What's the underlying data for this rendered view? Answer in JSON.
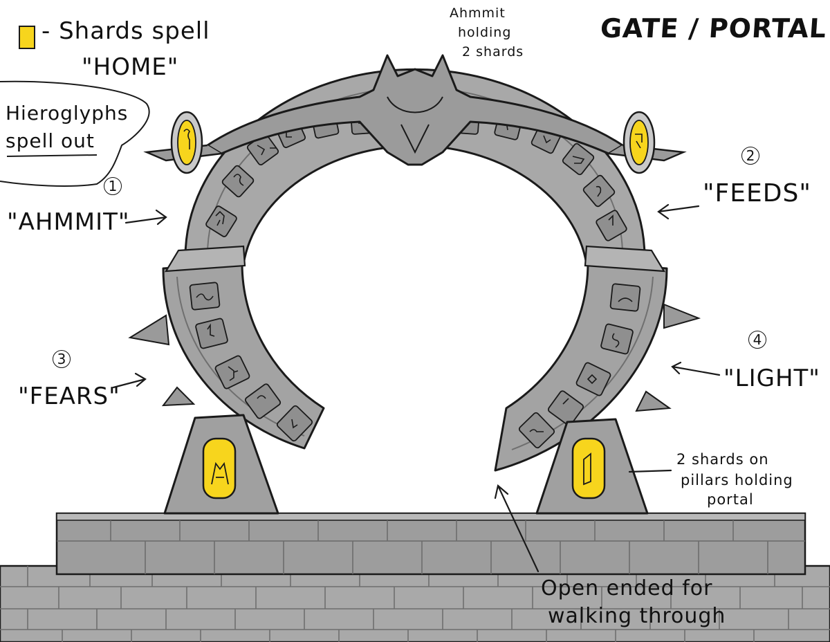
{
  "title": "GATE / PORTAL",
  "legend": {
    "swatch_color": "#f7d51d",
    "line1": "- Shards spell",
    "line2": "\"HOME\""
  },
  "top_note": [
    "Ahmmit",
    "holding",
    "2 shards"
  ],
  "hieroglyph_note": [
    "Hieroglyphs",
    "spell out"
  ],
  "labels": [
    {
      "number": "1",
      "word": "\"AHMMIT\""
    },
    {
      "number": "2",
      "word": "\"FEEDS\""
    },
    {
      "number": "3",
      "word": "\"FEARS\""
    },
    {
      "number": "4",
      "word": "\"LIGHT\""
    }
  ],
  "pillar_note": [
    "2 shards on",
    "pillars holding",
    "portal"
  ],
  "bottom_note": [
    "Open ended for",
    "walking through"
  ],
  "colors": {
    "stone": "#a8a8a8",
    "stone_dark": "#7d7d7d",
    "shard": "#f7d51d",
    "ink": "#1a1a1a"
  }
}
